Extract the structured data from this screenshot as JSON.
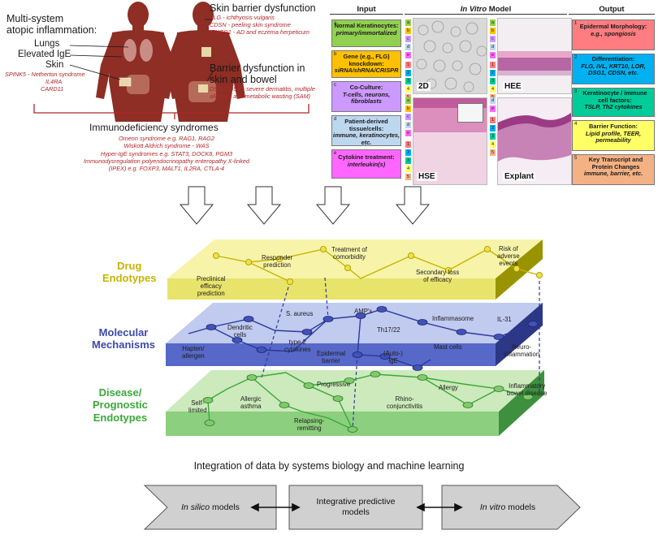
{
  "atopic": {
    "title": "Multi-system\natopic inflammation:",
    "items": [
      "Lungs",
      "Elevated IgE",
      "Skin"
    ],
    "genes": [
      "SPINK5 - Netherton syndrome",
      "IL4RA",
      "CARD11"
    ]
  },
  "skin_barrier": {
    "title": "Skin barrier dysfunction",
    "genes": [
      "FLG - ichthyosis vulgaris",
      "CDSN - peeling skin syndrome",
      "IFNGR1 - AD and eczema herpeticum"
    ]
  },
  "barrier_bowel": {
    "title": "Barrier dysfunction in\nskin and bowel",
    "genes": [
      "DSG1, DSP - severe dermatitis, multiple",
      "allergies and metabolic wasting (SAM)"
    ]
  },
  "immunodeficiency": {
    "title": "Immunodeficiency syndromes",
    "lines": [
      "Omenn syndrome e.g. RAG1, RAG2",
      "Wiskott Aldrich syndrome - WAS",
      "Hyper-IgE syndromes e.g. STAT3, DOCK8, PGM3",
      "Immunodysregulation polyendocrinopathy enteropathy X-linked",
      "(IPEX) e.g. FOXP3, MALT1, IL2RA, CTLA-4"
    ]
  },
  "invitro": {
    "headers": {
      "input": "Input",
      "model_pre": "In Vitro",
      "model_post": " Model",
      "output": "Output"
    },
    "inputs": [
      {
        "letter": "a",
        "title": "Normal Keratinocytes:",
        "sub": "primary/immortalized",
        "color": "#92d050"
      },
      {
        "letter": "b",
        "title": "Gene (e.g., FLG) knockdown:",
        "sub": "siRNA/shRNA/CRISPR",
        "color": "#ffc000"
      },
      {
        "letter": "c",
        "title": "Co-Culture:",
        "sub": "T-cells, neurons, fibroblasts",
        "color": "#cc99ff"
      },
      {
        "letter": "d",
        "title": "Patient-derived tissue/cells:",
        "sub": "immune, keratinocytes, etc.",
        "color": "#bdd7ee"
      },
      {
        "letter": "e",
        "title": "Cytokine treatment:",
        "sub": "interleukin(s)",
        "color": "#ff66ff"
      }
    ],
    "models": [
      "2D",
      "HEE",
      "HSE",
      "Explant"
    ],
    "model_letters": [
      "a",
      "b",
      "c",
      "d",
      "e"
    ],
    "model_numbers": [
      "1",
      "2",
      "3",
      "4",
      "5"
    ],
    "outputs": [
      {
        "num": "1",
        "title": "Epidermal Morphology:",
        "sub": "e.g., spongiosis",
        "color": "#ff7c80"
      },
      {
        "num": "2",
        "title": "Differentiation:",
        "sub": "FLG, IVL, KRT10, LOR, DSG1, CDSN, etc.",
        "color": "#00b0f0"
      },
      {
        "num": "3",
        "title": "Keratinocyte / immune cell factors:",
        "sub": "TSLP, Th2 cytokines",
        "color": "#00cc99"
      },
      {
        "num": "4",
        "title": "Barrier Function:",
        "sub": "Lipid profile, TEER, permeability",
        "color": "#ffff66"
      },
      {
        "num": "5",
        "title": "Key Transcript and Protein Changes",
        "sub": "immune, barrier, etc.",
        "color": "#f4b183"
      }
    ]
  },
  "layers": {
    "drug": {
      "label": "Drug\nEndotypes",
      "color": "#c8b400"
    },
    "molecular": {
      "label": "Molecular\nMechanisms",
      "color": "#3c4aa8"
    },
    "disease": {
      "label": "Disease/\nPrognostic\nEndotypes",
      "color": "#3aa83a"
    }
  },
  "drug_nodes": [
    "Responder\nprediction",
    "Treatment of\ncomorbidity",
    "Risk of\nadverse\nevents",
    "Preclinical\nefficacy\nprediction",
    "Secondary loss\nof efficacy"
  ],
  "molecular_nodes": [
    "S. aureus",
    "AMP's",
    "Inflammasome",
    "IL-31",
    "Dendritic\ncells",
    "type 2\ncytokines",
    "Th17/22",
    "Hapten/\nallergen",
    "Epidermal\nbarrier",
    "(Auto-)\nIgE",
    "Mast cells",
    "Neuro-\ninflammation"
  ],
  "disease_nodes": [
    "Progressive",
    "Allergy",
    "Inflammatory\nbowel disease",
    "Self-\nlimited",
    "Allergic\nasthma",
    "Rhino-\nconjunctivitis",
    "Relapsing-\nremitting"
  ],
  "integration": "Integration of data by systems biology and machine learning",
  "bottom": {
    "left_italic": "In silico",
    "left_rest": " models",
    "center": "Integrative predictive\nmodels",
    "right_italic": "In vitro",
    "right_rest": " models"
  }
}
